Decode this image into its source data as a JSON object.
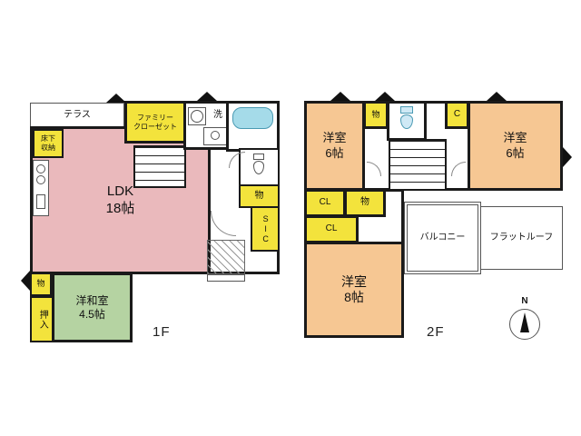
{
  "floor1": {
    "label": "1F",
    "rooms": {
      "terrace": "テラス",
      "family_closet": "ファミリー\nクローゼット",
      "laundry": "洗",
      "underfloor_storage": "床下\n収納",
      "ldk": "LDK\n18帖",
      "storage_right": "物",
      "sic": "SIC",
      "storage_left": "物",
      "oshiire": "押入",
      "japanese_room": "洋和室\n4.5帖"
    }
  },
  "floor2": {
    "label": "2F",
    "rooms": {
      "bedroom_nw": "洋室\n6帖",
      "storage_top": "物",
      "closet_c": "C",
      "bedroom_ne": "洋室\n6帖",
      "closet_cl1": "CL",
      "storage_mid": "物",
      "closet_cl2": "CL",
      "bedroom_south": "洋室\n8帖",
      "balcony": "バルコニー",
      "flat_roof": "フラットルーフ"
    }
  },
  "compass": {
    "north": "N"
  },
  "colors": {
    "wall": "#1a1a1a",
    "ldk_pink": "#eab9bc",
    "bedroom_orange": "#f6c793",
    "tatami_green": "#b5d3a2",
    "closet_yellow": "#f3e33c",
    "bath_blue": "#a5dbe9"
  }
}
